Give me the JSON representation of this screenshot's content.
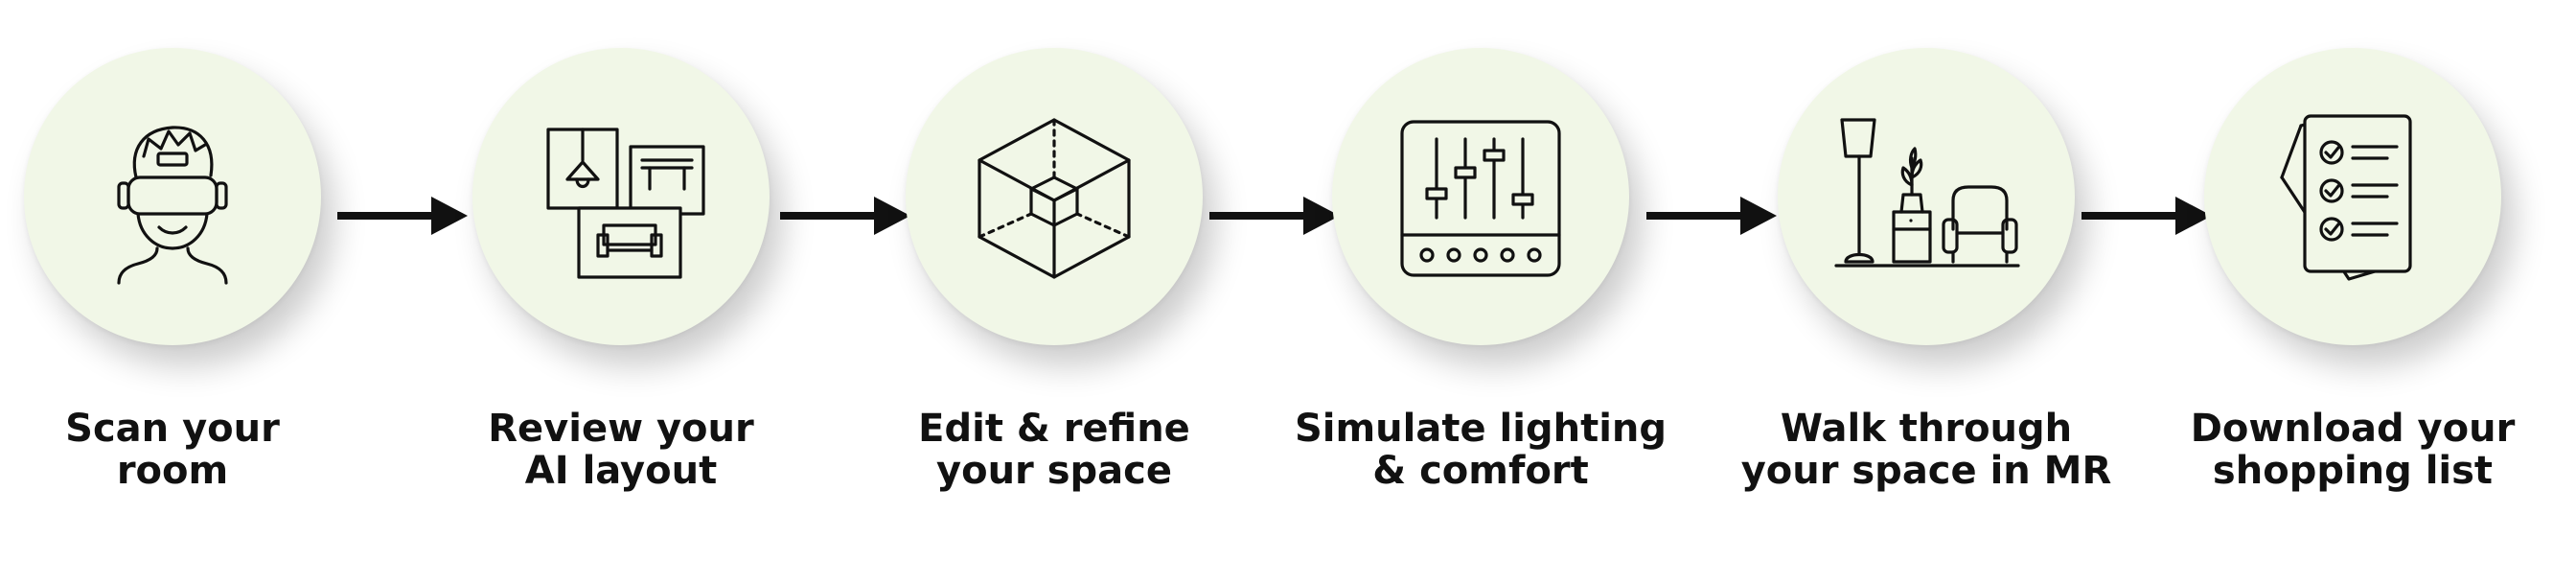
{
  "colors": {
    "circle_fill": "#f1f7e7",
    "icon_stroke": "#111111",
    "arrow": "#111111",
    "text": "#111111"
  },
  "steps": [
    {
      "icon": "vr-headset-person-icon",
      "line1": "Scan your",
      "line2": "room"
    },
    {
      "icon": "ai-layout-frames-icon",
      "line1": "Review your",
      "line2": "AI layout"
    },
    {
      "icon": "3d-cube-icon",
      "line1": "Edit & refine",
      "line2": "your space"
    },
    {
      "icon": "mixer-sliders-icon",
      "line1": "Simulate lighting",
      "line2": "& comfort"
    },
    {
      "icon": "living-room-icon",
      "line1": "Walk through",
      "line2": "your space in MR"
    },
    {
      "icon": "checklist-icon",
      "line1": "Download your",
      "line2": "shopping list"
    }
  ]
}
